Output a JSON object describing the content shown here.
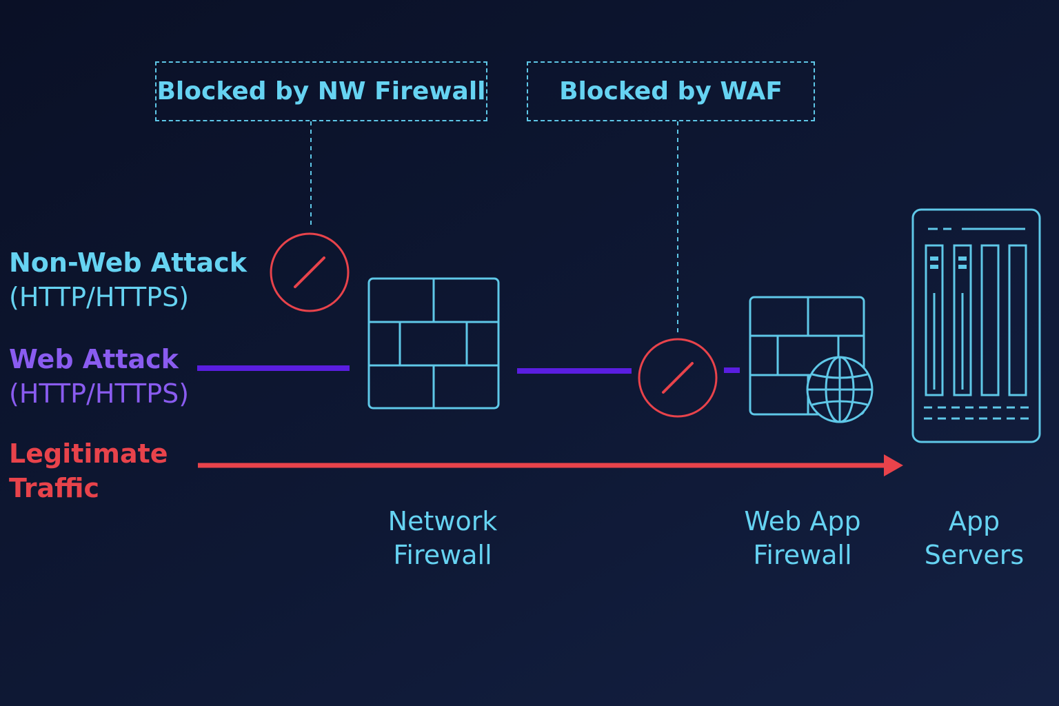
{
  "colors": {
    "cyan": "#66d3f2",
    "red": "#e8434b",
    "purple": "#8a5cf0",
    "purple_line": "#5a1ee0"
  },
  "callouts": {
    "nw_firewall": "Blocked by NW Firewall",
    "waf": "Blocked by WAF"
  },
  "legend": {
    "non_web": {
      "line1": "Non-Web Attack",
      "line2": "(HTTP/HTTPS)"
    },
    "web": {
      "line1": "Web Attack",
      "line2": "(HTTP/HTTPS)"
    },
    "legit": {
      "line1": "Legitimate",
      "line2": "Traffic"
    }
  },
  "nodes": {
    "network_firewall": {
      "line1": "Network",
      "line2": "Firewall",
      "icon": "brick-wall-icon"
    },
    "web_app_firewall": {
      "line1": "Web App",
      "line2": "Firewall",
      "icon": "brick-wall-globe-icon"
    },
    "app_servers": {
      "line1": "App",
      "line2": "Servers",
      "icon": "server-rack-icon"
    }
  }
}
